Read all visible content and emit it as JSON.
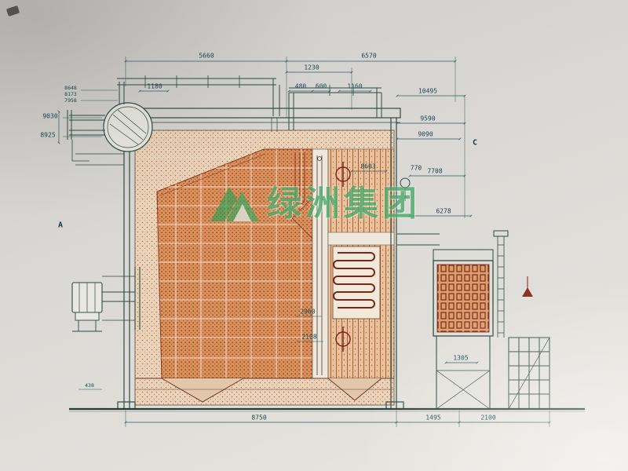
{
  "watermark": {
    "text": "绿洲集团"
  },
  "section_labels": {
    "a": "A",
    "c": "C"
  },
  "dimensions": {
    "d5660": "5660",
    "d6570": "6570",
    "d1230": "1230",
    "d1180": "1180",
    "d480": "480",
    "d600": "600",
    "d1160": "1160",
    "d10495": "10495",
    "d9590": "9590",
    "d9090": "9090",
    "d8648": "8648",
    "d8173": "8173",
    "d7958": "7958",
    "d9030": "9030",
    "d8925": "8925",
    "d8603": "8603",
    "d770": "770",
    "d7708": "7708",
    "d6278": "6278",
    "d2960": "2960",
    "d2108": "2108",
    "d1305": "1305",
    "d438": "438",
    "d8750": "8750",
    "d1495": "1495",
    "d2100": "2100"
  },
  "colors": {
    "paper": "#dbd9d5",
    "line": "#2e4a44",
    "body_hatch": "#c4703f",
    "furnace_hatch": "#a04424",
    "detail_red": "#7c2416",
    "dim_text": "#1a464e",
    "watermark_green": "#2f9e54"
  }
}
